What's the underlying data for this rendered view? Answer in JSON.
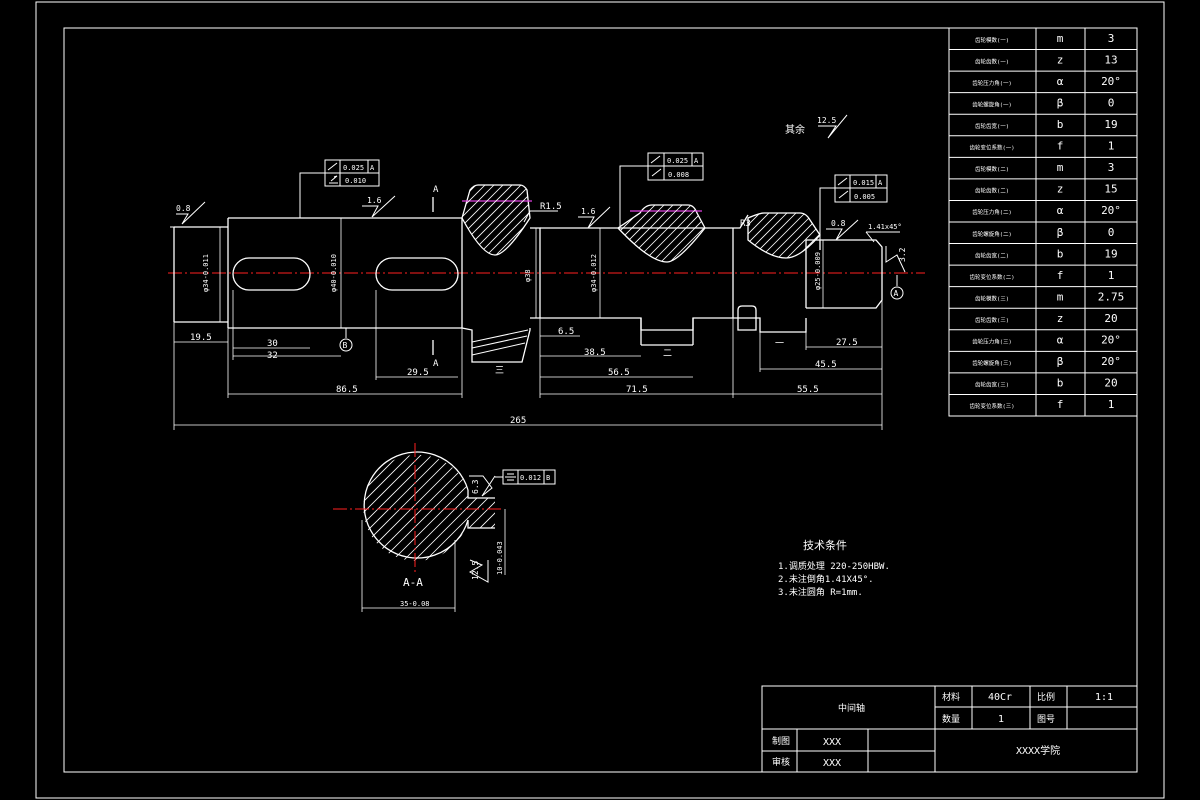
{
  "colors": {
    "background": "#000000",
    "lines": "#ffffff",
    "centerline": "#ff2020",
    "pitch_line": "#e040e0"
  },
  "params_table": [
    {
      "name": "齿轮模数(一)",
      "symbol": "m",
      "value": "3"
    },
    {
      "name": "齿轮齿数(一)",
      "symbol": "z",
      "value": "13"
    },
    {
      "name": "齿轮压力角(一)",
      "symbol": "α",
      "value": "20°"
    },
    {
      "name": "齿轮螺旋角(一)",
      "symbol": "β",
      "value": "0"
    },
    {
      "name": "齿轮齿宽(一)",
      "symbol": "b",
      "value": "19"
    },
    {
      "name": "齿轮变位系数(一)",
      "symbol": "f",
      "value": "1"
    },
    {
      "name": "齿轮模数(二)",
      "symbol": "m",
      "value": "3"
    },
    {
      "name": "齿轮齿数(二)",
      "symbol": "z",
      "value": "15"
    },
    {
      "name": "齿轮压力角(二)",
      "symbol": "α",
      "value": "20°"
    },
    {
      "name": "齿轮螺旋角(二)",
      "symbol": "β",
      "value": "0"
    },
    {
      "name": "齿轮齿宽(二)",
      "symbol": "b",
      "value": "19"
    },
    {
      "name": "齿轮变位系数(二)",
      "symbol": "f",
      "value": "1"
    },
    {
      "name": "齿轮模数(三)",
      "symbol": "m",
      "value": "2.75"
    },
    {
      "name": "齿轮齿数(三)",
      "symbol": "z",
      "value": "20"
    },
    {
      "name": "齿轮压力角(三)",
      "symbol": "α",
      "value": "20°"
    },
    {
      "name": "齿轮螺旋角(三)",
      "symbol": "β",
      "value": "20°"
    },
    {
      "name": "齿轮齿宽(三)",
      "symbol": "b",
      "value": "20"
    },
    {
      "name": "齿轮变位系数(三)",
      "symbol": "f",
      "value": "1"
    }
  ],
  "drawing": {
    "roughness_rest_label": "其余",
    "roughness_rest": "12.5",
    "roughness": [
      "0.8",
      "1.6",
      "1.6",
      "0.8",
      "3.2",
      "6.3",
      "12.5"
    ],
    "tol_1": {
      "runout": "0.025",
      "cyl": "0.010",
      "datum": "A"
    },
    "tol_2": {
      "runout": "0.025",
      "cyl": "0.008",
      "datum": "A"
    },
    "tol_3": {
      "runout": "0.015",
      "cyl": "0.005",
      "datum": "A"
    },
    "tol_sym": {
      "value": "0.012",
      "datum": "B"
    },
    "section_marks": [
      "A",
      "A"
    ],
    "section_label": "A-A",
    "datum_b": "B",
    "datum_a": "A",
    "fillet_1": "R1.5",
    "fillet_2": "R3",
    "chamfer": "1.41x45°",
    "gear_labels": [
      "三",
      "二",
      "一"
    ],
    "diameters": [
      "φ34-0.011",
      "φ40-0.010",
      "φ38",
      "φ34-0.012",
      "φ25-0.009"
    ],
    "dims": {
      "d195": "19.5",
      "d30": "30",
      "d32": "32",
      "d865": "86.5",
      "d295": "29.5",
      "d65": "6.5",
      "d385": "38.5",
      "d565": "56.5",
      "d715": "71.5",
      "d275": "27.5",
      "d455": "45.5",
      "d555": "55.5",
      "d265": "265",
      "d35": "35-0.08",
      "d10": "10-0.043"
    }
  },
  "tech_notes": {
    "title": "技术条件",
    "items": [
      "1.调质处理 220-250HBW.",
      "2.未注倒角1.41X45°.",
      "3.未注圆角 R=1mm."
    ]
  },
  "title_block": {
    "part_name": "中间轴",
    "material_label": "材料",
    "material": "40Cr",
    "scale_label": "比例",
    "scale": "1:1",
    "qty_label": "数量",
    "qty": "1",
    "drawing_no_label": "图号",
    "drawn_label": "制图",
    "drawn_by": "XXX",
    "checked_label": "审核",
    "checked_by": "XXX",
    "school": "XXXX学院"
  }
}
